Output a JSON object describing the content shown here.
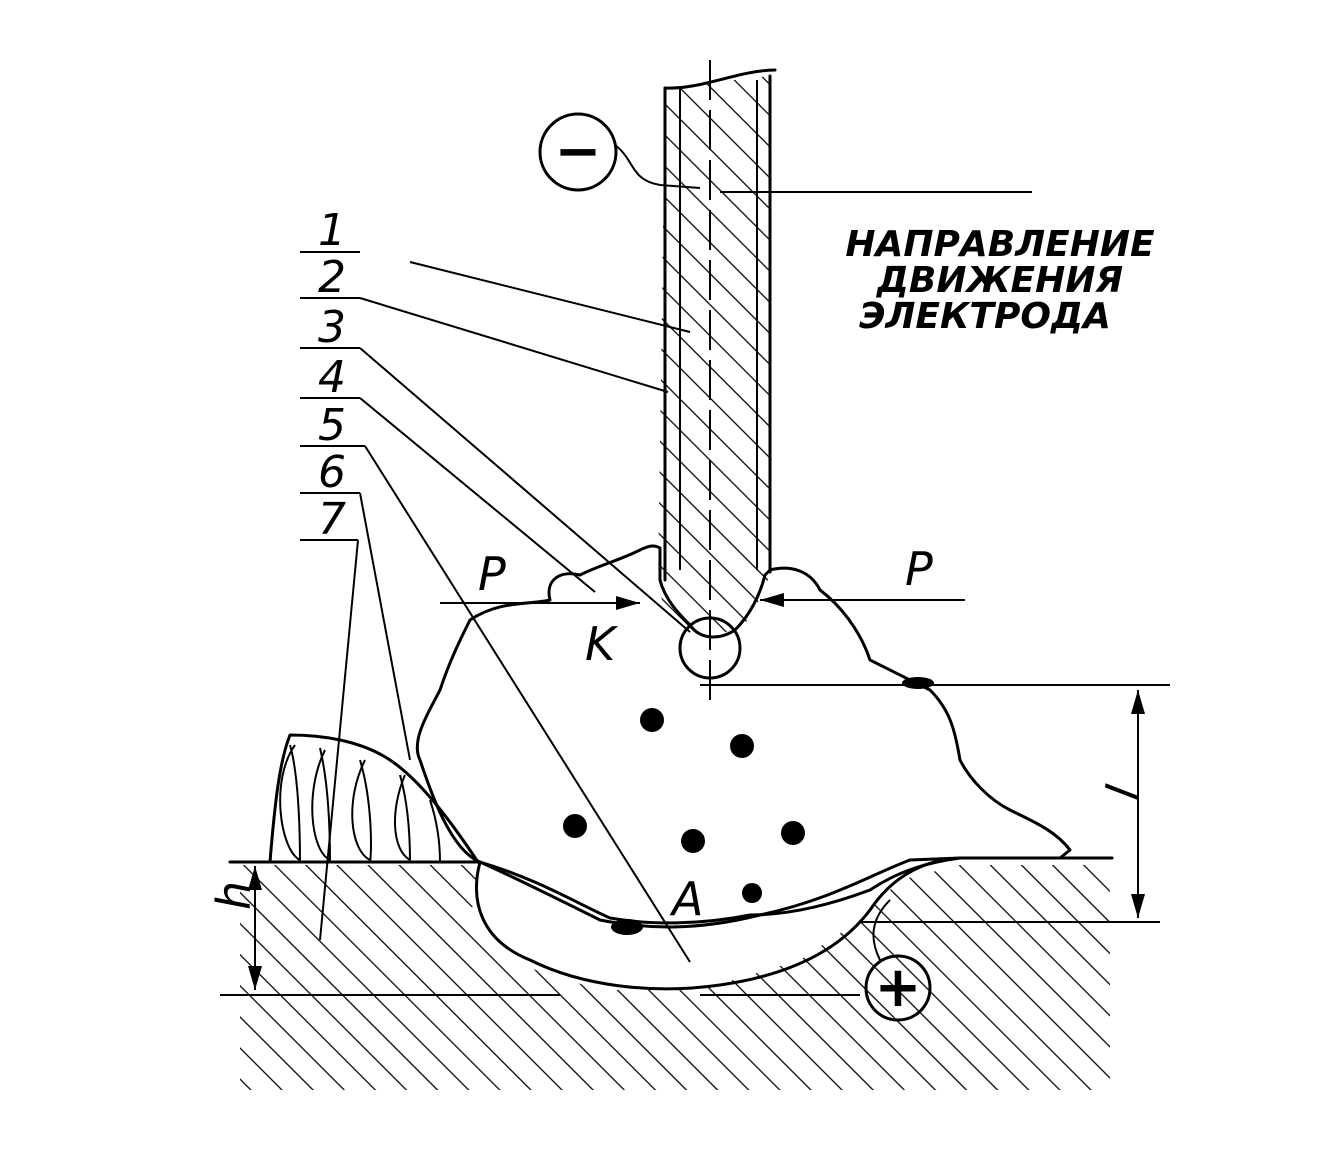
{
  "direction_caption": [
    "НАПРАВЛЕНИЕ",
    "ДВИЖЕНИЯ",
    "ЭЛЕКТРОДА"
  ],
  "callout_numbers": [
    "1",
    "2",
    "3",
    "4",
    "5",
    "6",
    "7"
  ],
  "force_left": "P",
  "force_right": "P",
  "point_k": "K",
  "point_a": "A",
  "dim_l": "l",
  "dim_h": "h",
  "pole_negative": "−",
  "pole_positive": "+"
}
